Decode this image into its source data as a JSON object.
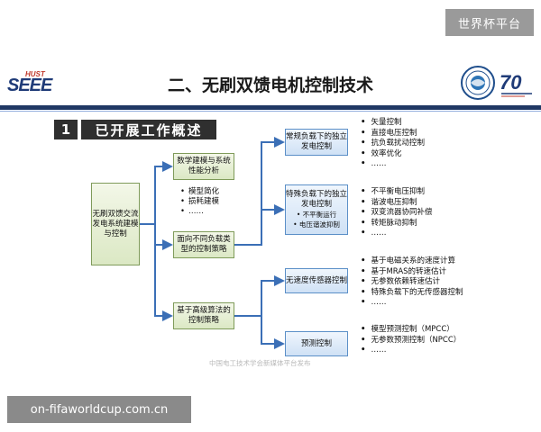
{
  "watermark_top": "世界杯平台",
  "watermark_bottom": "on-fifaworldcup.com.cn",
  "watermark_center": "中国电工技术学会新媒体平台发布",
  "header": {
    "logo_hust": "HUST",
    "logo_seee": "SEEE",
    "title": "二、无刷双馈电机控制技术",
    "badge_70": "70",
    "brand_color": "#203864"
  },
  "section": {
    "number": "1",
    "title": "已开展工作概述"
  },
  "tree": {
    "root": "无刷双馈交流发电系统建模与控制",
    "b1": "数学建模与系统性能分析",
    "b1_items": [
      "模型简化",
      "损耗建模",
      "……"
    ],
    "b2": "面向不同负载类型的控制策略",
    "b3": "基于高级算法的控制策略",
    "c1": "常规负载下的独立发电控制",
    "c2": "特殊负载下的独立发电控制",
    "c2_items": [
      "不平衡运行",
      "电压谐波抑制"
    ],
    "c3": "无速度传感器控制",
    "c4": "预测控制"
  },
  "lists": {
    "l1": [
      "矢量控制",
      "直接电压控制",
      "抗负载扰动控制",
      "效率优化",
      "……"
    ],
    "l2": [
      "不平衡电压抑制",
      "谐波电压抑制",
      "双变流器协同补偿",
      "转矩脉动抑制",
      "……"
    ],
    "l3": [
      "基于电磁关系的速度计算",
      "基于MRAS的转速估计",
      "无参数依赖转速估计",
      "特殊负载下的无传感器控制",
      "……"
    ],
    "l4": [
      "模型预测控制（MPCC）",
      "无参数预测控制（NPCC）",
      "……"
    ]
  }
}
